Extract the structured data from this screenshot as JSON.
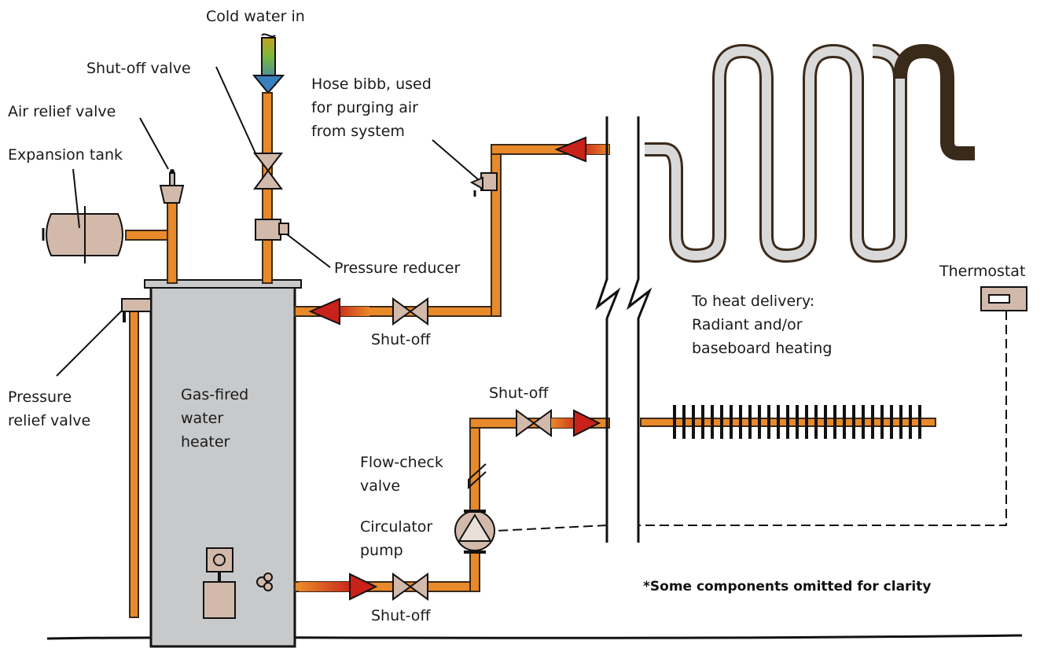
{
  "labels": {
    "cold_water_in": "Cold water in",
    "shutoff_valve_top": "Shut-off valve",
    "air_relief_valve": "Air relief valve",
    "expansion_tank": "Expansion tank",
    "hose_bibb": [
      "Hose bibb, used",
      "for purging air",
      "from system"
    ],
    "pressure_reducer": "Pressure reducer",
    "shutoff_mid": "Shut-off",
    "shutoff_right": "Shut-off",
    "shutoff_bottom": "Shut-off",
    "thermostat": "Thermostat",
    "heat_delivery": [
      "To heat delivery:",
      "Radiant and/or",
      "baseboard heating"
    ],
    "pressure_relief_valve": [
      "Pressure",
      "relief valve"
    ],
    "water_heater": [
      "Gas-fired",
      "water",
      "heater"
    ],
    "flow_check_valve": [
      "Flow-check",
      "valve"
    ],
    "circulator_pump": [
      "Circulator",
      "pump"
    ],
    "note": "*Some components omitted for clarity"
  },
  "colors": {
    "pipe": "#e8892a",
    "pipe_outline": "#3a2a1a",
    "heater_fill": "#c8c9cb",
    "component_fill": "#d2b9aa",
    "arrow_red": "#c8221a",
    "cold_arrow_blue": "#3a7fc0",
    "cold_arrow_green": "#7ab83a"
  }
}
